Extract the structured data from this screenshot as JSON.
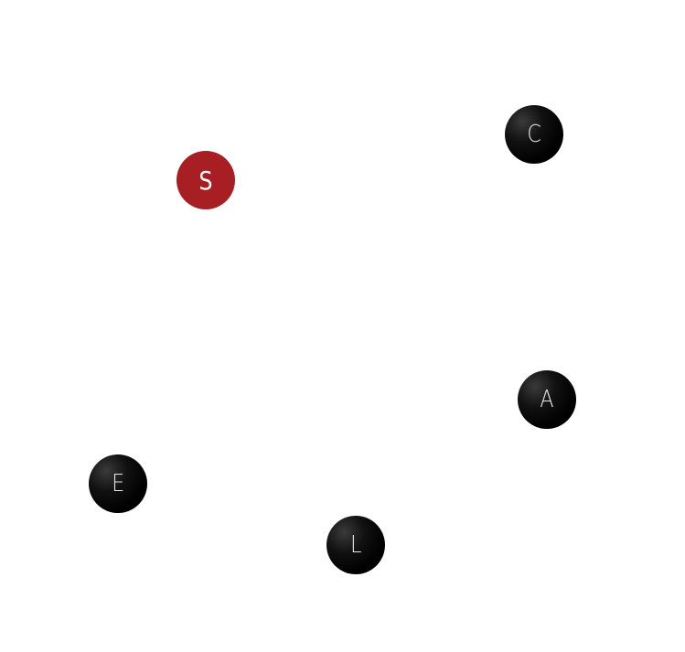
{
  "nodes": [
    {
      "letter": "S",
      "state": "active",
      "color": "#a71f22"
    },
    {
      "letter": "C",
      "state": "inactive",
      "color": "#000000"
    },
    {
      "letter": "A",
      "state": "inactive",
      "color": "#000000"
    },
    {
      "letter": "E",
      "state": "inactive",
      "color": "#000000"
    },
    {
      "letter": "L",
      "state": "inactive",
      "color": "#000000"
    }
  ]
}
